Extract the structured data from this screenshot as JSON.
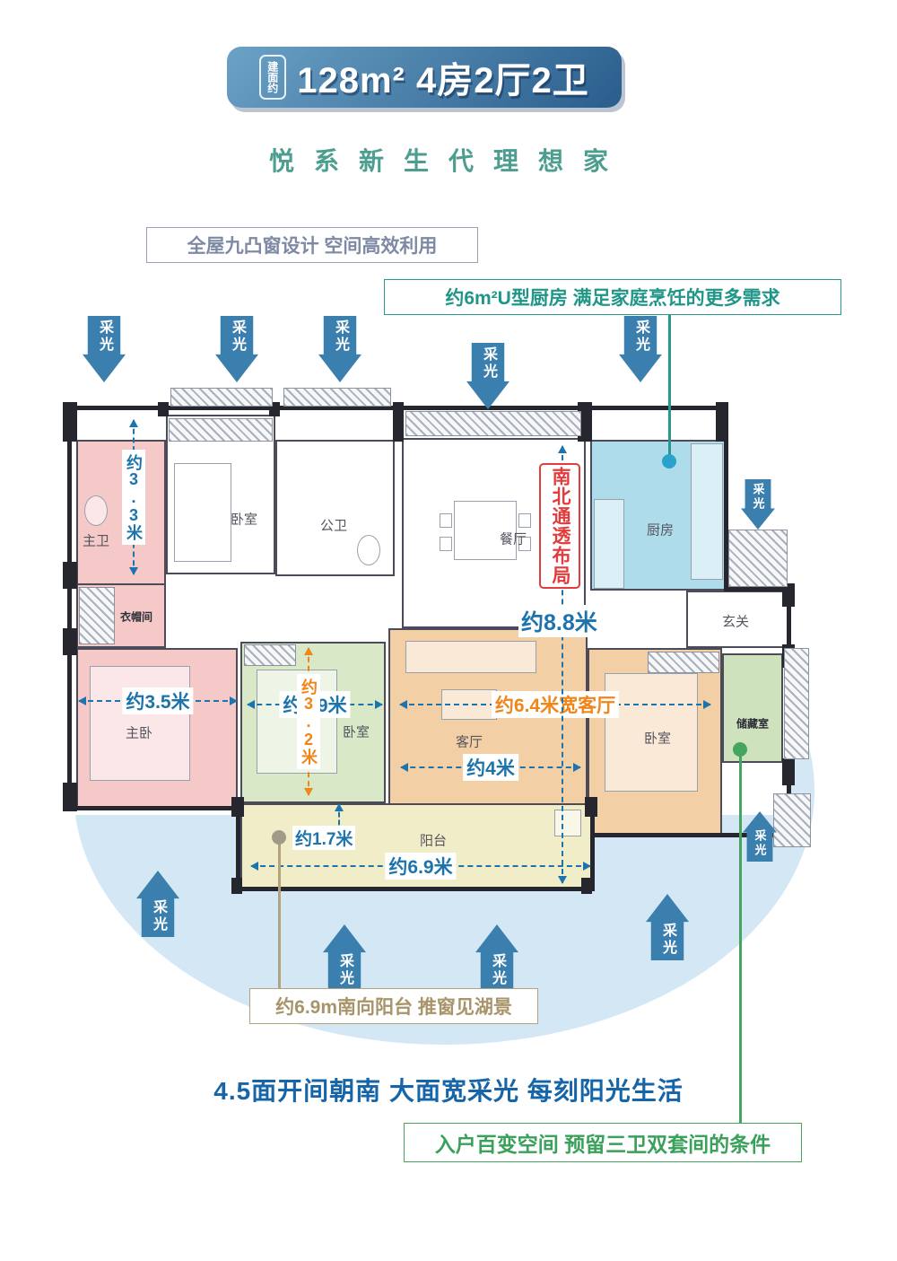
{
  "title": {
    "badge": "建面约",
    "main": "128m² 4房2厅2卫"
  },
  "subtitle": "悦系新生代理想家",
  "daylight": "采光",
  "callouts": {
    "bay_window": "全屋九凸窗设计 空间高效利用",
    "kitchen": "约6m²U型厨房 满足家庭烹饪的更多需求",
    "north_south": "南北通透布局",
    "balcony": "约6.9m南向阳台 推窗见湖景",
    "south_facing": "4.5面开间朝南 大面宽采光 每刻阳光生活",
    "entry": "入户百变空间 预留三卫双套间的条件"
  },
  "rooms": {
    "master_bath": "主卫",
    "cloakroom": "衣帽间",
    "bedroom_a": "卧室",
    "public_bath": "公卫",
    "dining": "餐厅",
    "kitchen": "厨房",
    "foyer": "玄关",
    "master_bedroom": "主卧",
    "bedroom_b": "卧室",
    "living": "客厅",
    "bedroom_c": "卧室",
    "storage": "储藏室",
    "balcony": "阳台"
  },
  "dimensions": {
    "bath_depth": "约3.3米",
    "master_width": "约3.5米",
    "bedroom_b_width": "约2.9米",
    "bedroom_b_depth": "约3.2米",
    "living_width": "约6.4米宽客厅",
    "overall_depth": "约8.8米",
    "living_span": "约4米",
    "balcony_depth": "约1.7米",
    "balcony_width": "约6.9米"
  },
  "colors": {
    "dim_blue": "#1d74ad",
    "arrow_blue": "#3b7fae",
    "teal": "#27998a",
    "orange": "#f08519",
    "red": "#e23c3c",
    "green": "#45a45e",
    "tan": "#b3a37c",
    "ellipse_blue": "#d3e7f5"
  }
}
